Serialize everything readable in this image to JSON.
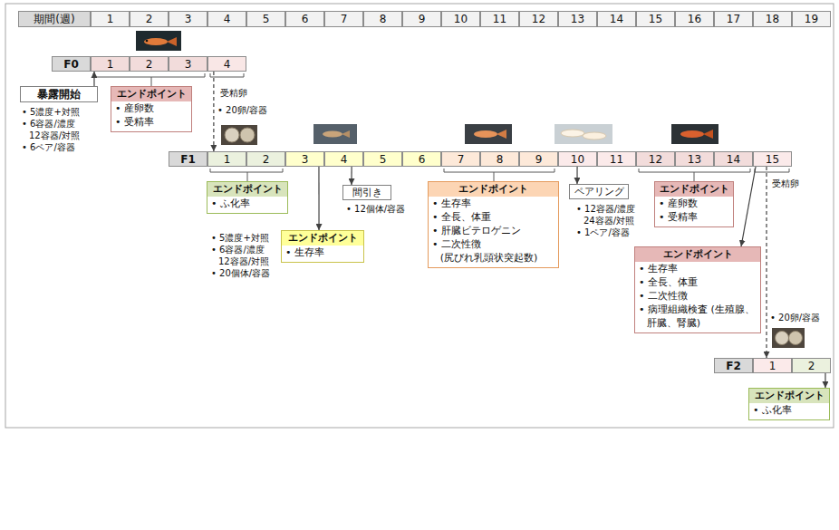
{
  "diagram": {
    "nodes": [
      {
        "text": [
          "期間(週)"
        ]
      },
      {
        "text": [
          "1"
        ]
      },
      {
        "text": [
          "2"
        ]
      },
      {
        "text": [
          "3"
        ]
      },
      {
        "text": [
          "4"
        ]
      },
      {
        "text": [
          "5"
        ]
      },
      {
        "text": [
          "6"
        ]
      },
      {
        "text": [
          "7"
        ]
      },
      {
        "text": [
          "8"
        ]
      },
      {
        "text": [
          "9"
        ]
      },
      {
        "text": [
          "10"
        ]
      },
      {
        "text": [
          "11"
        ]
      },
      {
        "text": [
          "12"
        ]
      },
      {
        "text": [
          "13"
        ]
      },
      {
        "text": [
          "14"
        ]
      },
      {
        "text": [
          "15"
        ]
      },
      {
        "text": [
          "16"
        ]
      },
      {
        "text": [
          "17"
        ]
      },
      {
        "text": [
          "18"
        ]
      },
      {
        "text": [
          "19"
        ]
      },
      {
        "text": [
          "F0"
        ]
      },
      {
        "text": [
          "1"
        ]
      },
      {
        "text": [
          "2"
        ]
      },
      {
        "text": [
          "3"
        ]
      },
      {
        "text": [
          "4"
        ]
      },
      {
        "text": [
          "暴露開始"
        ]
      },
      {
        "text": [
          "エンドポイント",
          "• 産卵数",
          "• 受精率"
        ]
      },
      {
        "text": [
          "F1"
        ]
      },
      {
        "text": [
          "1"
        ]
      },
      {
        "text": [
          "2"
        ]
      },
      {
        "text": [
          "3"
        ]
      },
      {
        "text": [
          "4"
        ]
      },
      {
        "text": [
          "5"
        ]
      },
      {
        "text": [
          "6"
        ]
      },
      {
        "text": [
          "7"
        ]
      },
      {
        "text": [
          "8"
        ]
      },
      {
        "text": [
          "9"
        ]
      },
      {
        "text": [
          "10"
        ]
      },
      {
        "text": [
          "11"
        ]
      },
      {
        "text": [
          "12"
        ]
      },
      {
        "text": [
          "13"
        ]
      },
      {
        "text": [
          "14"
        ]
      },
      {
        "text": [
          "15"
        ]
      },
      {
        "text": [
          "エンドポイント",
          "• ふ化率"
        ]
      },
      {
        "text": [
          "エンドポイント",
          "• 生存率"
        ]
      },
      {
        "text": [
          "間引き"
        ]
      },
      {
        "text": [
          "エンドポイント",
          "• 生存率",
          "• 全長、体重",
          "• 肝臓ビテロゲニン",
          "• 二次性徴 (尻びれ乳頭状突起数)"
        ]
      },
      {
        "text": [
          "ペアリング"
        ]
      },
      {
        "text": [
          "エンドポイント",
          "• 産卵数",
          "• 受精率"
        ]
      },
      {
        "text": [
          "エンドポイント",
          "• 生存率",
          "• 全長、体重",
          "• 二次性徴",
          "• 病理組織検査 (生殖腺、肝臓、腎臓)"
        ]
      },
      {
        "text": [
          "F2"
        ]
      },
      {
        "text": [
          "1"
        ]
      },
      {
        "text": [
          "2"
        ]
      },
      {
        "text": [
          "エンドポイント",
          "• ふ化率"
        ]
      }
    ],
    "edges": [
      {
        "from": 25,
        "to": 21,
        "arrow": "to"
      },
      {
        "from": 24,
        "to": 28,
        "arrow": "to"
      },
      {
        "from": 30,
        "to": 44,
        "arrow": "to"
      },
      {
        "from": 31,
        "to": 45,
        "arrow": "to"
      },
      {
        "from": 37,
        "to": 47,
        "arrow": "to"
      },
      {
        "from": 42,
        "to": 49,
        "arrow": "to"
      },
      {
        "from": 42,
        "to": 51,
        "arrow": "to"
      },
      {
        "from": 52,
        "to": 53,
        "arrow": "to"
      }
    ],
    "labels": [
      "受精卵",
      "• 20卵/容器",
      "• 5濃度+対照",
      "• 6容器/濃度 12容器/対照",
      "• 6ペア/容器",
      "• 5濃度+対照",
      "• 6容器/濃度 12容器/対照",
      "• 20個体/容器",
      "• 12個体/容器",
      "• 12容器/濃度 24容器/対照",
      "• 1ペア/容器",
      "受精卵",
      "• 20卵/容器"
    ]
  }
}
